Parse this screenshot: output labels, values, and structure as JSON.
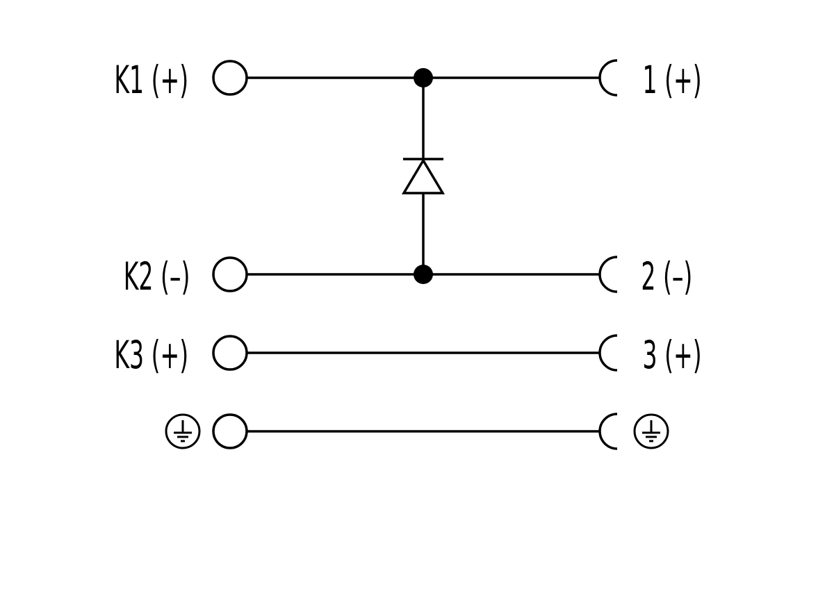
{
  "colors": {
    "line": "#000000",
    "background": "#ffffff"
  },
  "left_connector": {
    "pins": [
      {
        "label": "K1 (+)"
      },
      {
        "label": "K2 (–)"
      },
      {
        "label": "K3 (+)"
      },
      {
        "label": "",
        "icon": "protective-earth-icon"
      }
    ]
  },
  "right_connector": {
    "pins": [
      {
        "label": "1 (+)"
      },
      {
        "label": "2 (–)"
      },
      {
        "label": "3 (+)"
      },
      {
        "label": "",
        "icon": "protective-earth-icon"
      }
    ]
  },
  "components": {
    "diode": {
      "icon": "diode-icon",
      "between": [
        "K1 (+)",
        "K2 (–)"
      ]
    }
  }
}
